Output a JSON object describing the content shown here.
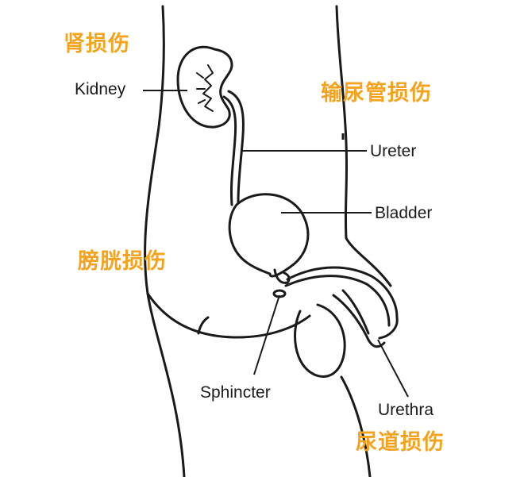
{
  "labels": {
    "kidney": "Kidney",
    "ureter": "Ureter",
    "bladder": "Bladder",
    "sphincter": "Sphincter",
    "urethra": "Urethra"
  },
  "injuries": {
    "kidney_injury": "肾损伤",
    "ureter_injury": "输尿管损伤",
    "bladder_injury": "膀胱损伤",
    "urethra_injury": "尿道损伤"
  },
  "colors": {
    "injury_text": "#f5a31e",
    "line": "#1a1a1a",
    "background": "#ffffff"
  }
}
